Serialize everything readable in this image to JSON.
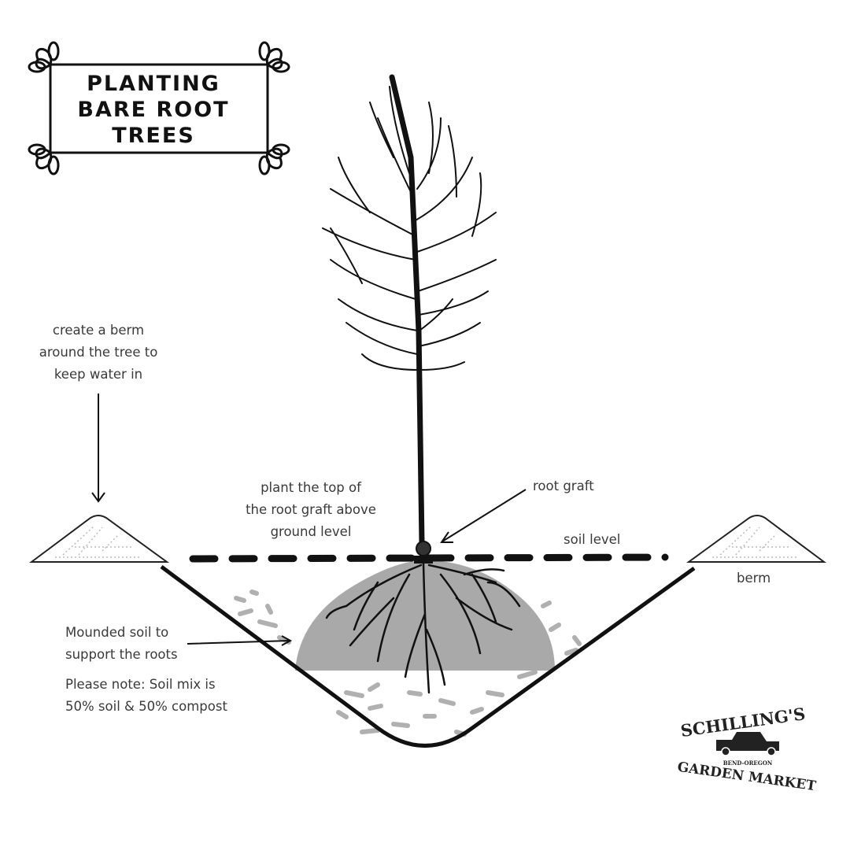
{
  "title": {
    "line1": "PLANTING",
    "line2": "BARE ROOT",
    "line3": "TREES"
  },
  "labels": {
    "berm_note": [
      "create a berm",
      "around the tree to",
      "keep water in"
    ],
    "graft_note": [
      "plant the top of",
      "the root graft above",
      "ground level"
    ],
    "root_graft": "root graft",
    "soil_level": "soil level",
    "berm": "berm",
    "mounded_soil": [
      "Mounded soil to",
      "support the roots"
    ],
    "soil_mix": [
      "Please note: Soil mix is",
      "50% soil & 50% compost"
    ]
  },
  "logo": {
    "top": "SCHILLING'S",
    "middle": "BEND-OREGON",
    "bottom": "GARDEN MARKET"
  },
  "colors": {
    "ink": "#111111",
    "mound": "#a9a9a9",
    "text": "#3a3a3a"
  }
}
